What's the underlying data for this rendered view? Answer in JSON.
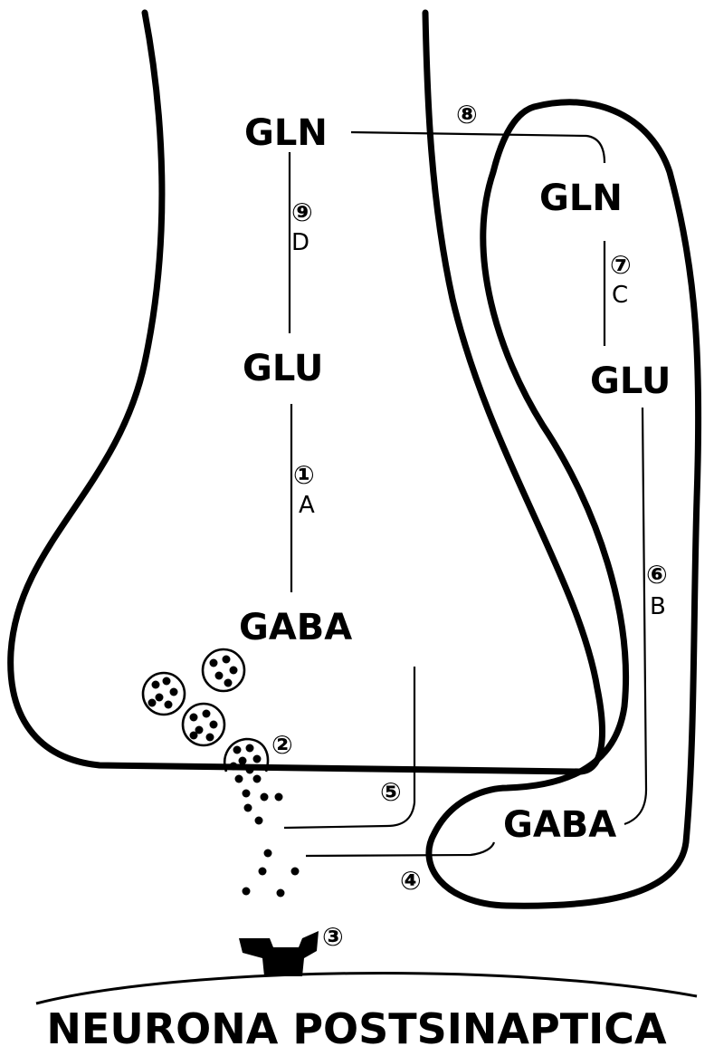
{
  "molecules": {
    "gln_neuron": "GLN",
    "glu_neuron": "GLU",
    "gaba_neuron": "GABA",
    "gln_glia": "GLN",
    "glu_glia": "GLU",
    "gaba_glia": "GABA"
  },
  "steps": {
    "s1": "①",
    "s2": "②",
    "s3": "③",
    "s4": "④",
    "s5": "⑤",
    "s6": "⑥",
    "s7": "⑦",
    "s8": "⑧",
    "s9": "⑨"
  },
  "enzymes": {
    "a": "A",
    "b": "B",
    "c": "C",
    "d": "D"
  },
  "caption": "NEURONA POSTSINAPTICA"
}
